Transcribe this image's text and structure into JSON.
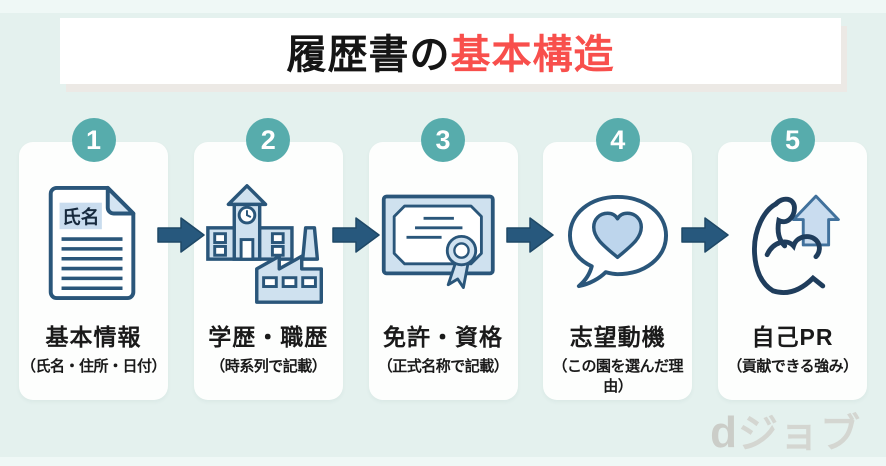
{
  "title": {
    "prefix": "履歴書の",
    "highlight": "基本構造"
  },
  "steps": [
    {
      "number": "1",
      "icon": "document-icon",
      "icon_label": "氏名",
      "title": "基本情報",
      "subtitle": "（氏名・住所・日付）"
    },
    {
      "number": "2",
      "icon": "school-factory-icon",
      "title": "学歴・職歴",
      "subtitle": "（時系列で記載）"
    },
    {
      "number": "3",
      "icon": "certificate-icon",
      "title": "免許・資格",
      "subtitle": "（正式名称で記載）"
    },
    {
      "number": "4",
      "icon": "speech-bubble-heart-icon",
      "title": "志望動機",
      "subtitle": "（この園を選んだ理由）"
    },
    {
      "number": "5",
      "icon": "muscle-arm-up-arrow-icon",
      "title": "自己PR",
      "subtitle": "（貢献できる強み）"
    }
  ],
  "logo": {
    "d": "d",
    "rest": "ジョブ"
  },
  "colors": {
    "background": "#E4F1EE",
    "banner_bg": "#FFFFFF",
    "banner_shadow": "#ECE9E5",
    "title_black": "#151515",
    "title_red": "#F84F4C",
    "badge_teal": "#57ACAC",
    "arrow_blue": "#27587D",
    "icon_outline": "#2A567A",
    "icon_fill_light_blue": "#CFE1EF",
    "logo_gray": "#D4D6D1"
  }
}
